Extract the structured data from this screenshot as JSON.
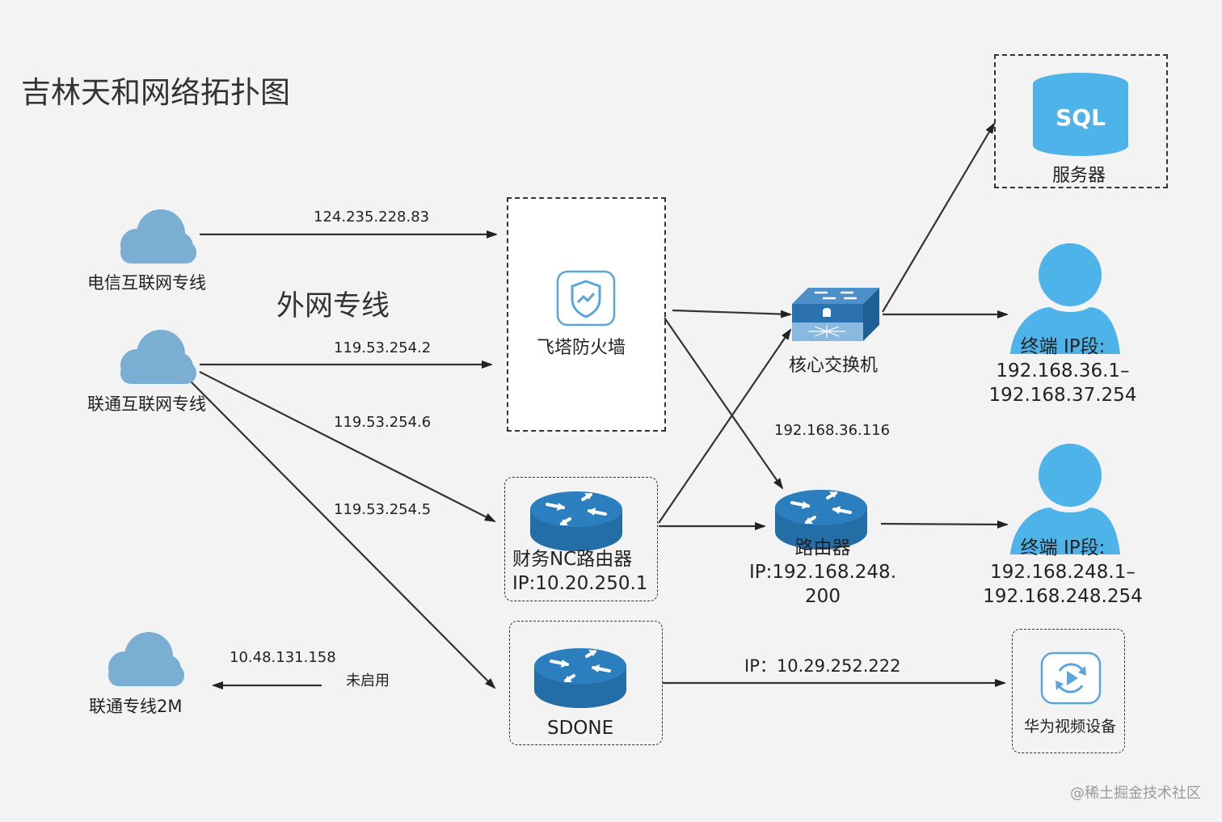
{
  "title": "吉林天和网络拓扑图",
  "subtitle": "外网专线",
  "watermark": "@稀土掘金技术社区",
  "colors": {
    "cloud": "#7aaed3",
    "router": "#236ea7",
    "person": "#4db3e9",
    "sql": "#4db3e9",
    "line": "#333333"
  },
  "nodes": {
    "telecom": {
      "label": "电信互联网专线",
      "icon": "cloud-icon"
    },
    "unicom": {
      "label": "联通互联网专线",
      "icon": "cloud-icon"
    },
    "unicom2m": {
      "label": "联通专线2M",
      "icon": "cloud-icon"
    },
    "firewall": {
      "label": "飞塔防火墙",
      "icon": "shield-icon"
    },
    "nc_router": {
      "label1": "财务NC路由器",
      "label2": "IP:10.20.250.1",
      "icon": "router-icon"
    },
    "sdone": {
      "label": "SDONE",
      "icon": "router-icon"
    },
    "core_switch": {
      "label": "核心交换机",
      "icon": "switch-icon"
    },
    "router": {
      "label1": "路由器",
      "label2": "IP:192.168.248.",
      "label3": "200",
      "icon": "router-icon"
    },
    "server": {
      "label": "服务器",
      "icon_text": "SQL",
      "icon": "database-icon"
    },
    "terminal1": {
      "label1": "终端 IP段:",
      "label2": "192.168.36.1–",
      "label3": "192.168.37.254",
      "icon": "user-icon"
    },
    "terminal2": {
      "label1": "终端 IP段:",
      "label2": "192.168.248.1–",
      "label3": "192.168.248.254",
      "icon": "user-icon"
    },
    "huawei": {
      "label": "华为视频设备",
      "icon": "video-icon"
    }
  },
  "links": {
    "telecom_fw": "124.235.228.83",
    "unicom_fw": "119.53.254.2",
    "unicom_nc": "119.53.254.6",
    "unicom_sdone": "119.53.254.5",
    "unicom2m_ip": "10.48.131.158",
    "unicom2m_status": "未启用",
    "fw_router": "192.168.36.116",
    "sdone_huawei": "IP：10.29.252.222"
  }
}
